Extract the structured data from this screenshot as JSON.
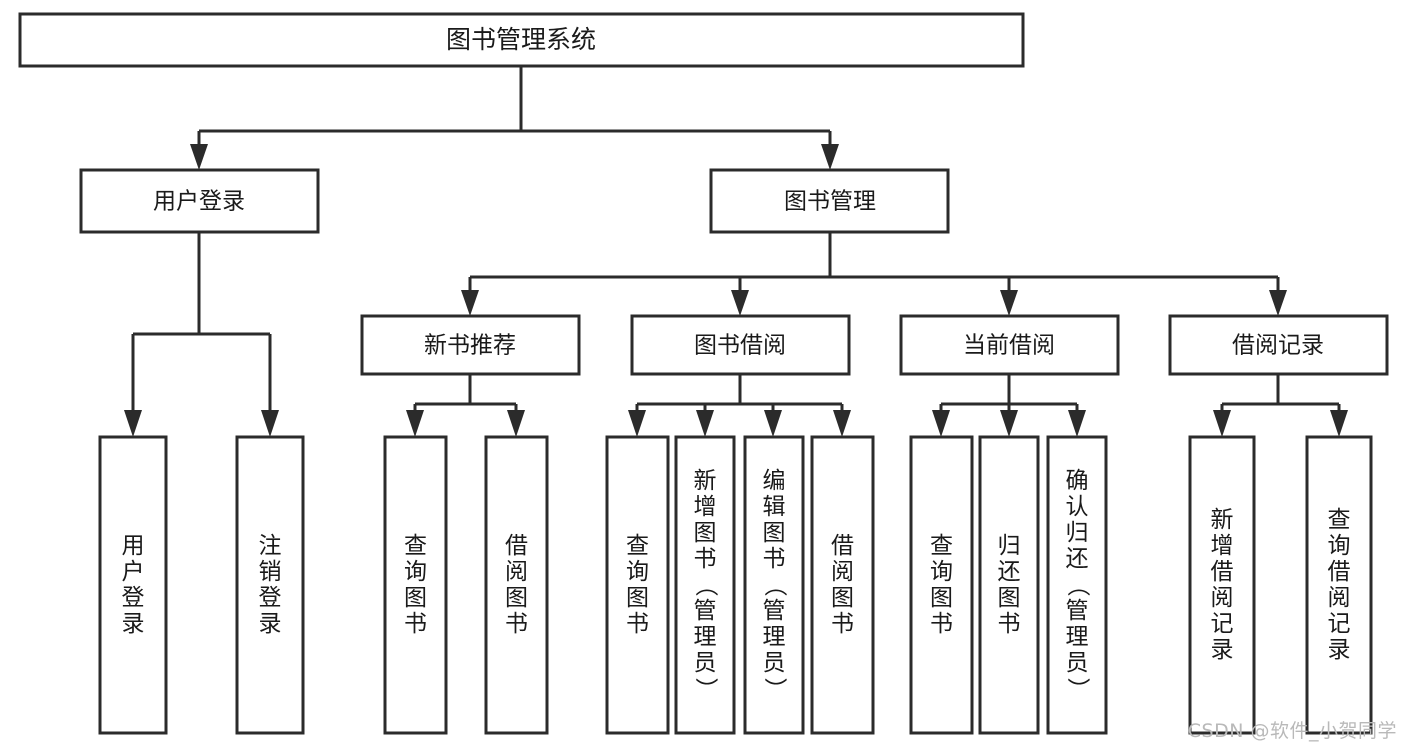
{
  "diagram": {
    "type": "tree",
    "title": "图书管理系统",
    "orientation": "top-down",
    "root": {
      "id": "root",
      "label": "图书管理系统",
      "children": [
        {
          "id": "user-login",
          "label": "用户登录",
          "children": [
            {
              "id": "login",
              "label": "用户登录"
            },
            {
              "id": "logout",
              "label": "注销登录"
            }
          ]
        },
        {
          "id": "book-manage",
          "label": "图书管理",
          "children": [
            {
              "id": "new-book-recommend",
              "label": "新书推荐",
              "children": [
                {
                  "id": "nb-query",
                  "label": "查询图书"
                },
                {
                  "id": "nb-borrow",
                  "label": "借阅图书"
                }
              ]
            },
            {
              "id": "book-borrow",
              "label": "图书借阅",
              "children": [
                {
                  "id": "bb-query",
                  "label": "查询图书"
                },
                {
                  "id": "bb-add",
                  "label": "新增图书（管理员）"
                },
                {
                  "id": "bb-edit",
                  "label": "编辑图书（管理员）"
                },
                {
                  "id": "bb-borrow",
                  "label": "借阅图书"
                }
              ]
            },
            {
              "id": "current-borrow",
              "label": "当前借阅",
              "children": [
                {
                  "id": "cb-query",
                  "label": "查询图书"
                },
                {
                  "id": "cb-return",
                  "label": "归还图书"
                },
                {
                  "id": "cb-confirm",
                  "label": "确认归还（管理员）"
                }
              ]
            },
            {
              "id": "borrow-record",
              "label": "借阅记录",
              "children": [
                {
                  "id": "br-add",
                  "label": "新增借阅记录"
                },
                {
                  "id": "br-query",
                  "label": "查询借阅记录"
                }
              ]
            }
          ]
        }
      ]
    }
  },
  "labels": {
    "root": "图书管理系统",
    "user_login": "用户登录",
    "book_manage": "图书管理",
    "leaf_user_login": "用户登录",
    "leaf_logout": "注销登录",
    "new_book_recommend": "新书推荐",
    "book_borrow": "图书借阅",
    "current_borrow": "当前借阅",
    "borrow_record": "借阅记录",
    "nb_query": "查询图书",
    "nb_borrow": "借阅图书",
    "bb_query": "查询图书",
    "bb_add": "新增图书（管理员）",
    "bb_edit": "编辑图书（管理员）",
    "bb_borrow": "借阅图书",
    "cb_query": "查询图书",
    "cb_return": "归还图书",
    "cb_confirm": "确认归还（管理员）",
    "br_add": "新增借阅记录",
    "br_query": "查询借阅记录"
  },
  "watermark": {
    "text": "CSDN @软件_小贺同学"
  },
  "colors": {
    "stroke": "#2b2b2b",
    "fill": "#ffffff",
    "text": "#1a1a1a",
    "watermark": "#b9b9b9",
    "background": "#ffffff"
  }
}
